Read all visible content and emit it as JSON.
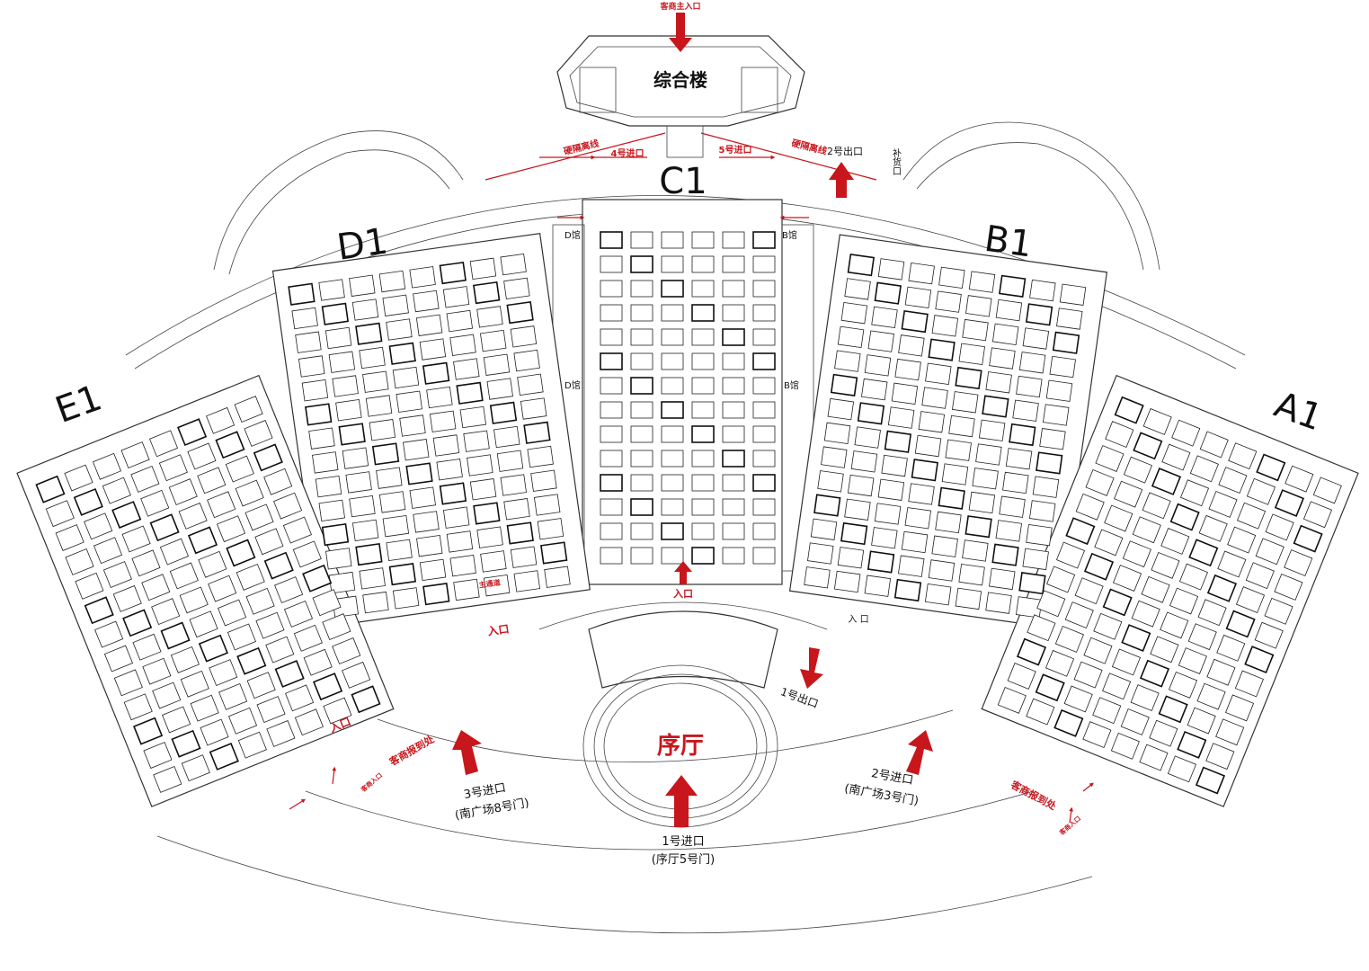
{
  "buildings": {
    "main_building": "综合楼",
    "foyer": "序厅"
  },
  "halls": [
    {
      "id": "A1",
      "label": "A1"
    },
    {
      "id": "B1",
      "label": "B1"
    },
    {
      "id": "C1",
      "label": "C1"
    },
    {
      "id": "D1",
      "label": "D1"
    },
    {
      "id": "E1",
      "label": "E1"
    }
  ],
  "labels": {
    "merchant_main_entrance": "客商主入口",
    "isolation_left": "硬隔离线",
    "isolation_right": "硬隔离线",
    "entrance_4": "4号进口",
    "entrance_5": "5号进口",
    "exit_2": "2号出口",
    "replenish": "补货口",
    "d_hall_top": "D馆",
    "b_hall_top": "B馆",
    "d_hall_mid": "D馆",
    "b_hall_mid": "B馆",
    "c1_entrance": "入口",
    "d1_entrance": "入口",
    "e1_entrance": "入口",
    "a1_entrance": "入 口",
    "exit_1": "1号出口",
    "entrance_1": "1号进口",
    "entrance_1_sub": "(序厅5号门)",
    "entrance_2": "2号进口",
    "entrance_2_sub": "(南广场3号门)",
    "entrance_3": "3号进口",
    "entrance_3_sub": "(南广场8号门)",
    "registration_left": "客商报到处",
    "registration_right": "客商报到处",
    "merchant_entrance_left": "客商入口",
    "merchant_entrance_right": "客商入口",
    "main_aisle": "主通道"
  },
  "colors": {
    "accent_red": "#c8161d",
    "line": "#333333"
  }
}
